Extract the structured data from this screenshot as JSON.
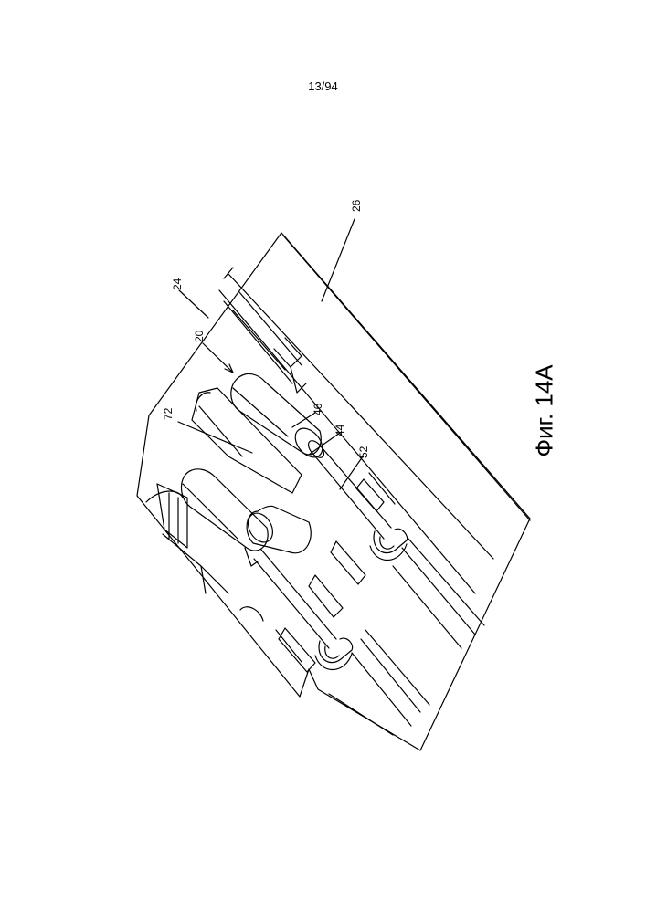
{
  "page_number": "13/94",
  "figure_caption": "Фиг. 14А",
  "reference_labels": {
    "r26": "26",
    "r24": "24",
    "r20": "20",
    "r72": "72",
    "r46": "46",
    "r44": "44",
    "r52": "52"
  }
}
